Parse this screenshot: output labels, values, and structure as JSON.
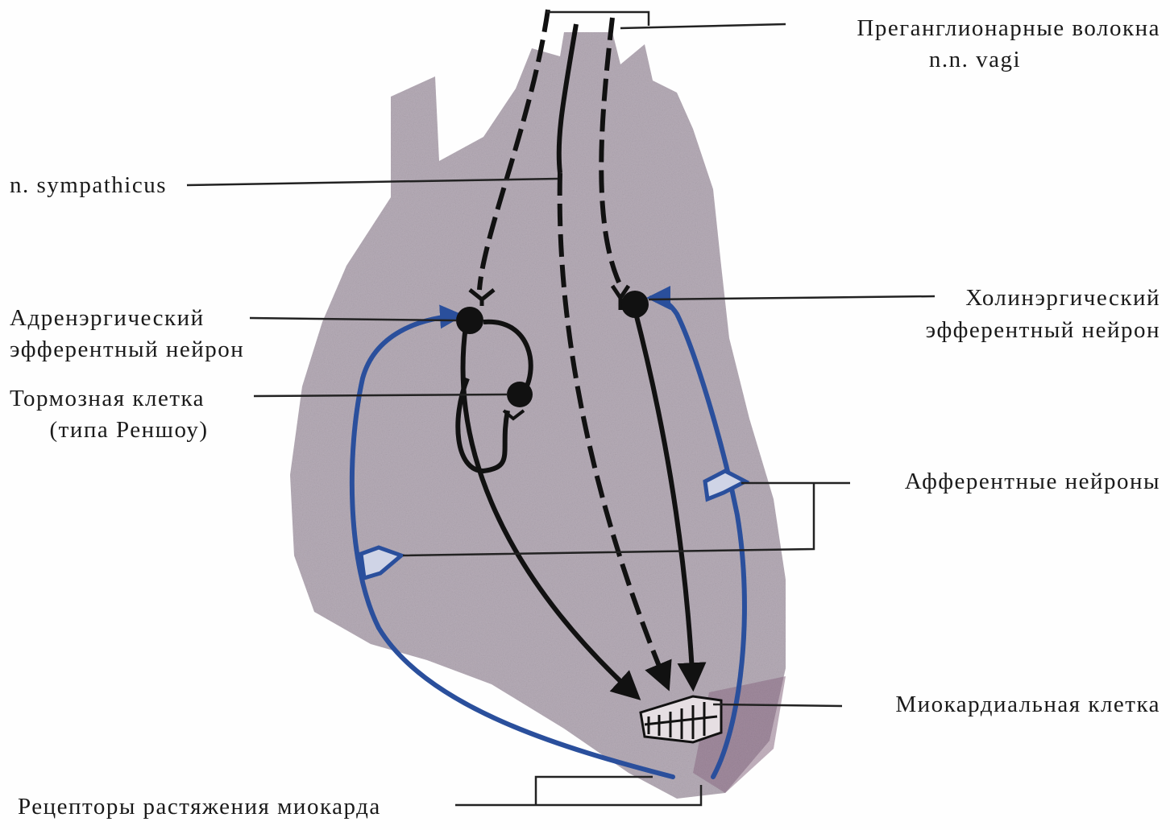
{
  "labels": {
    "preganglionic_1": "Преганглионарные волокна",
    "preganglionic_2": "n.n. vagi",
    "sympathicus": "n. sympathicus",
    "adrenergic_1": "Адренэргический",
    "adrenergic_2": "эфферентный нейрон",
    "inhibitory_1": "Тормозная клетка",
    "inhibitory_2": "(типа Реншоу)",
    "cholinergic_1": "Холинэргический",
    "cholinergic_2": "эфферентный нейрон",
    "afferent": "Афферентные нейроны",
    "myocardial": "Миокардиальная клетка",
    "receptors": "Рецепторы растяжения миокарда"
  },
  "colors": {
    "heart_fill": "#b7adb8",
    "afferent_path": "#2a4f9c",
    "efferent_path": "#111111",
    "leader_line": "#222222"
  }
}
